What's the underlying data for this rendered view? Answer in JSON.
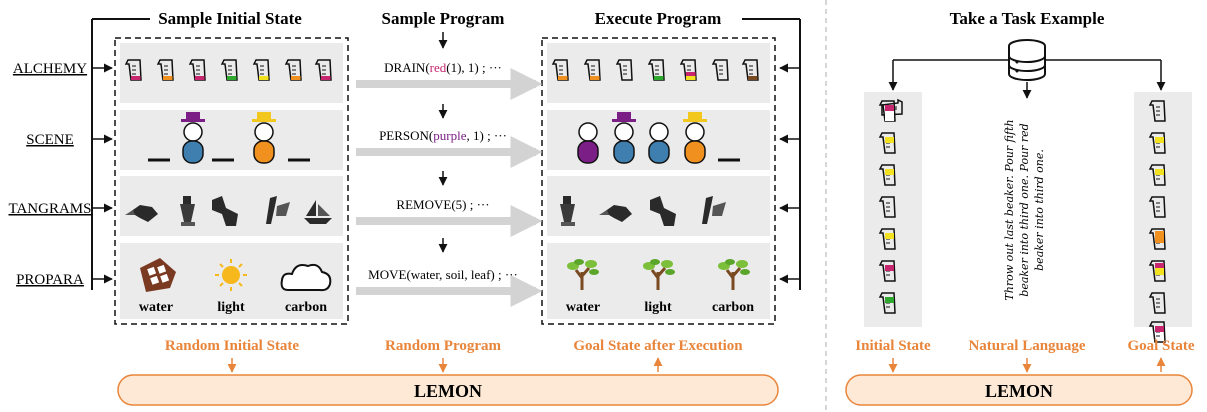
{
  "left": {
    "headers": {
      "sample_initial_state": "Sample Initial State",
      "sample_program": "Sample Program",
      "execute_program": "Execute Program"
    },
    "domains": [
      {
        "name": "ALCHEMY",
        "program_fn": "DRAIN",
        "program_args_colored": "red",
        "program_args_rest": "(1), 1) ; ···"
      },
      {
        "name": "SCENE",
        "program_fn": "PERSON",
        "program_args_colored": "purple",
        "program_args_rest": ", 1) ; ···"
      },
      {
        "name": "TANGRAMS",
        "program_fn": "REMOVE",
        "program_args_colored": "",
        "program_args_rest": "(5) ; ···"
      },
      {
        "name": "PROPARA",
        "program_fn": "MOVE",
        "program_args_colored": "",
        "program_args_rest": "(water, soil, leaf) ; ···"
      }
    ],
    "propara_labels": [
      "water",
      "light",
      "carbon"
    ],
    "bottom_labels": {
      "random_initial_state": "Random Initial State",
      "random_program": "Random Program",
      "goal_state_after_execution": "Goal State after Execution"
    },
    "lemon": "LEMON"
  },
  "right": {
    "header": "Take a Task Example",
    "instruction": [
      "Throw out last beaker. Pour fifth",
      "beaker into third one. Pour red",
      "beaker into third one."
    ],
    "bottom_labels": {
      "initial_state": "Initial State",
      "natural_language": "Natural Language",
      "goal_state": "Goal State"
    },
    "lemon": "LEMON"
  },
  "colors": {
    "orange": "#e8853a",
    "lemon_fill": "#fde9d6",
    "panel_gray": "#ebebeb",
    "red": "#c8266e",
    "purple": "#7b1e86",
    "yellow": "#f2e21f",
    "green": "#2ea82e",
    "brown": "#7a4a22",
    "blue": "#3f7fb0",
    "person_orange": "#f0901e"
  },
  "icons": {
    "alchemy": "beaker-icon",
    "scene": "person-icon",
    "tangrams": "tangram-icon",
    "propara": "water-sun-cloud-tree-icons",
    "database": "database-icon"
  }
}
